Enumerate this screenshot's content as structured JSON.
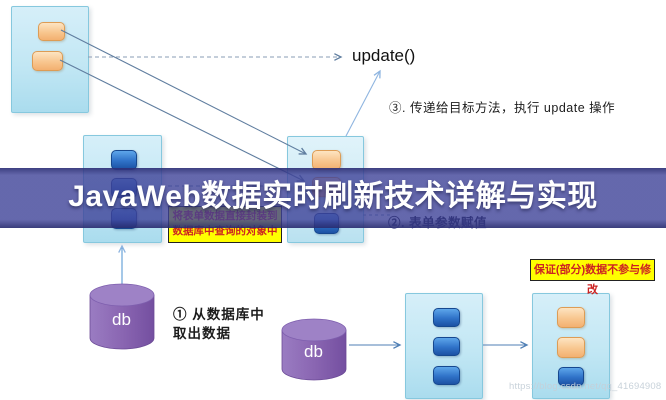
{
  "banner": {
    "title": "JavaWeb数据实时刷新技术详解与实现",
    "bg_color": "#3e4298",
    "text_color": "#ffffff"
  },
  "annotations": {
    "update_method": "update()",
    "step3": "③. 传递给目标方法，执行 update 操作",
    "step2": "②. 表单参数赋值",
    "step1_line1": "① 从数据库中",
    "step1_line2": "取出数据"
  },
  "notes": {
    "encapsulate_line1": "将表单数据直接封装到",
    "encapsulate_line2": "数据库中查询的对象中",
    "protect": "保证(部分)数据不参与修改",
    "bg_color": "#ffff00",
    "text_color": "#cc2222"
  },
  "databases": {
    "db_left_label": "db",
    "db_middle_label": "db"
  },
  "watermark": "https://blog.csdn.net/qq_41694908",
  "colors": {
    "panel_fill": "#c2e7f4",
    "panel_border": "#86c8de",
    "chip_orange": "#f8c68f",
    "chip_blue": "#2f72c8",
    "cylinder_purple": "#845fad",
    "arrow_gray": "#5f7d9f",
    "arrow_blue": "#8fb5e0",
    "arrow_steel": "#4f7fb5"
  }
}
